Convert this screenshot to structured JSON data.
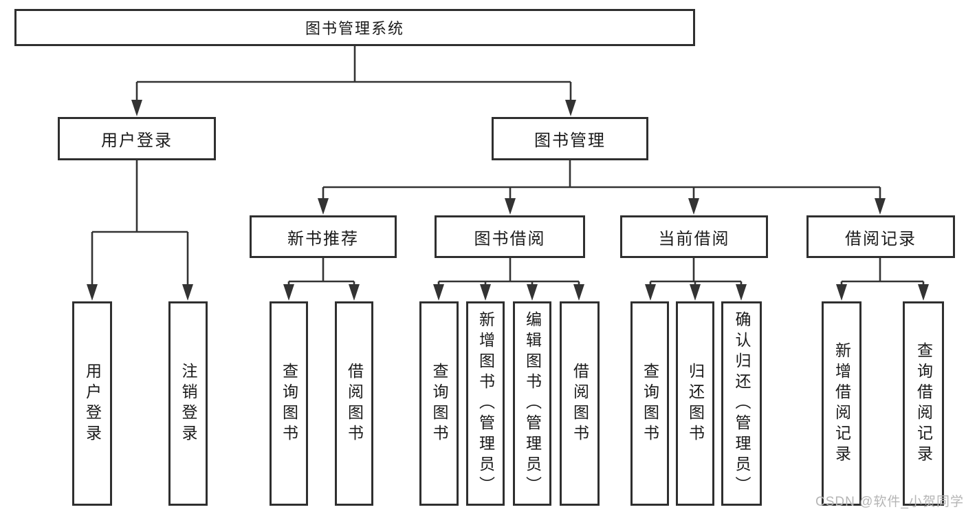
{
  "diagram": {
    "root": {
      "label": "图书管理系统"
    },
    "level1": [
      {
        "id": "user-login",
        "label": "用户登录"
      },
      {
        "id": "book-management",
        "label": "图书管理"
      }
    ],
    "level2": [
      {
        "id": "new-book-recommend",
        "label": "新书推荐"
      },
      {
        "id": "book-borrowing",
        "label": "图书借阅"
      },
      {
        "id": "current-borrowing",
        "label": "当前借阅"
      },
      {
        "id": "borrowing-records",
        "label": "借阅记录"
      }
    ],
    "leaves": {
      "user_login": [
        "用户登录",
        "注销登录"
      ],
      "new_book_recommend": [
        "查询图书",
        "借阅图书"
      ],
      "book_borrowing": [
        "查询图书",
        "新增图书（管理员）",
        "编辑图书（管理员）",
        "借阅图书"
      ],
      "current_borrowing": [
        "查询图书",
        "归还图书",
        "确认归还（管理员）"
      ],
      "borrowing_records": [
        "新增借阅记录",
        "查询借阅记录"
      ]
    }
  },
  "watermark": "CSDN @软件_小贺同学",
  "colors": {
    "line": "#333333",
    "box_border": "#2f2f2f",
    "text": "#1a1a1a",
    "watermark": "#b5b5b5",
    "background": "#ffffff"
  }
}
